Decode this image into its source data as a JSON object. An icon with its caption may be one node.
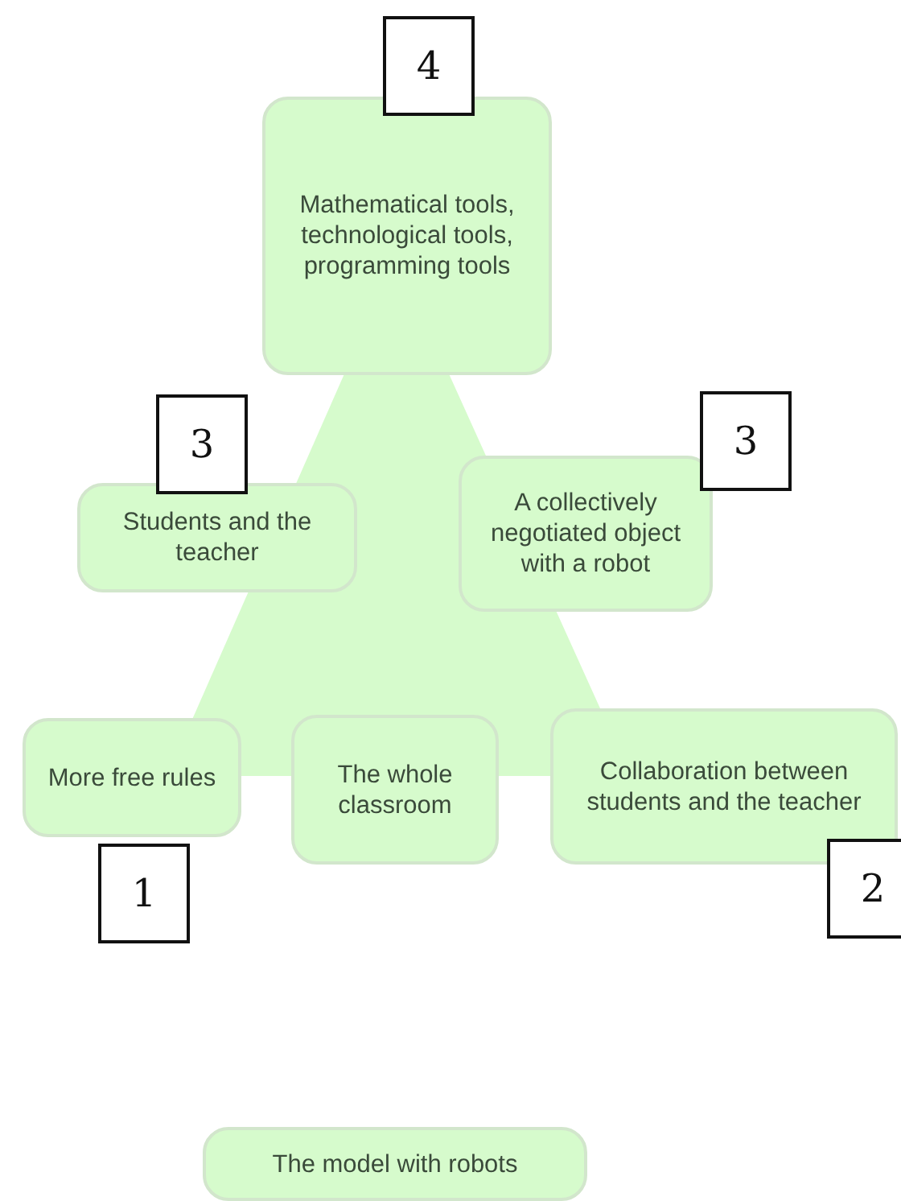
{
  "diagram": {
    "nodes": [
      {
        "text": [
          "Mathematical tools, technological tools, programming tools"
        ]
      },
      {
        "text": [
          "Students and the teacher"
        ]
      },
      {
        "text": [
          "A collectively negotiated object with a robot"
        ]
      },
      {
        "text": [
          "More free rules"
        ]
      },
      {
        "text": [
          "The whole classroom"
        ]
      },
      {
        "text": [
          "Collaboration between students and the teacher"
        ]
      },
      {
        "text": [
          "The model with robots"
        ]
      }
    ],
    "edges": [],
    "labels": [
      "4",
      "3",
      "3",
      "1",
      "2"
    ]
  }
}
